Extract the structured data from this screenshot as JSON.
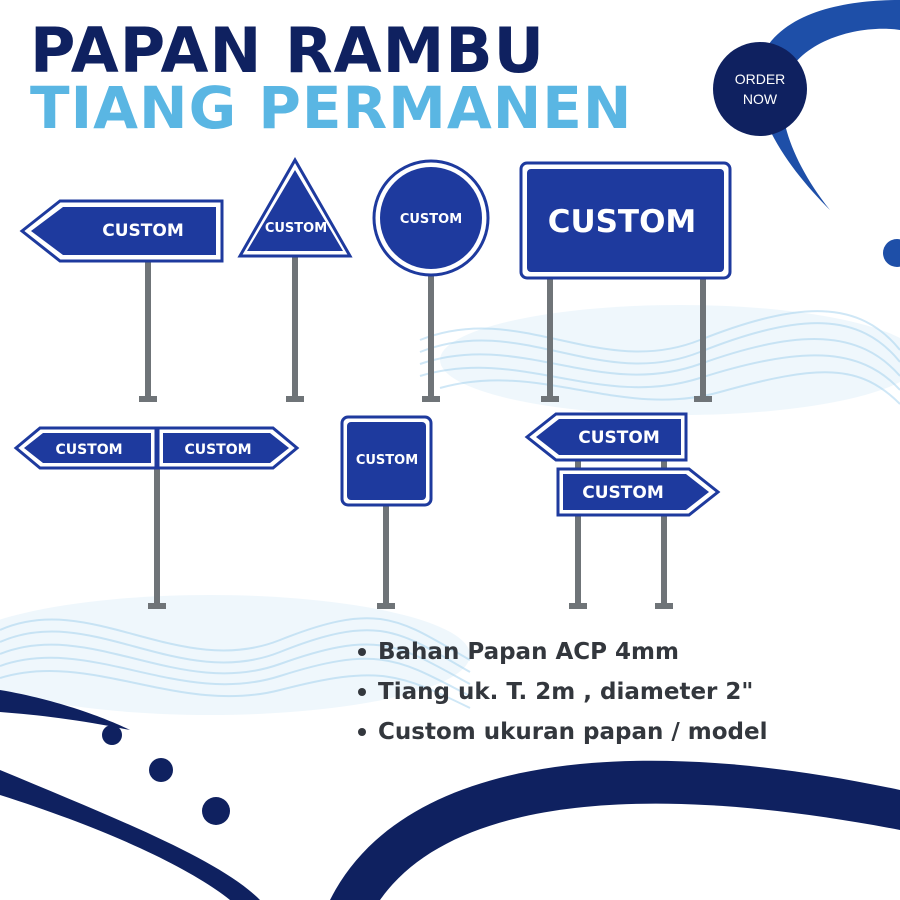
{
  "header": {
    "title_line1": "PAPAN RAMBU",
    "title_line2": "TIANG PERMANEN"
  },
  "order_badge": {
    "line1": "ORDER",
    "line2": "NOW"
  },
  "signs": {
    "label": "CUSTOM"
  },
  "features": [
    "Bahan Papan ACP 4mm",
    "Tiang uk. T. 2m , diameter 2\"",
    "Custom ukuran papan / model"
  ],
  "colors": {
    "navy": "#0f2160",
    "sign_blue": "#1e3a9e",
    "light_blue": "#5ab6e3",
    "wave_blue": "#a9d4f0",
    "pole_gray": "#6f7478",
    "text_dark": "#33373d"
  }
}
